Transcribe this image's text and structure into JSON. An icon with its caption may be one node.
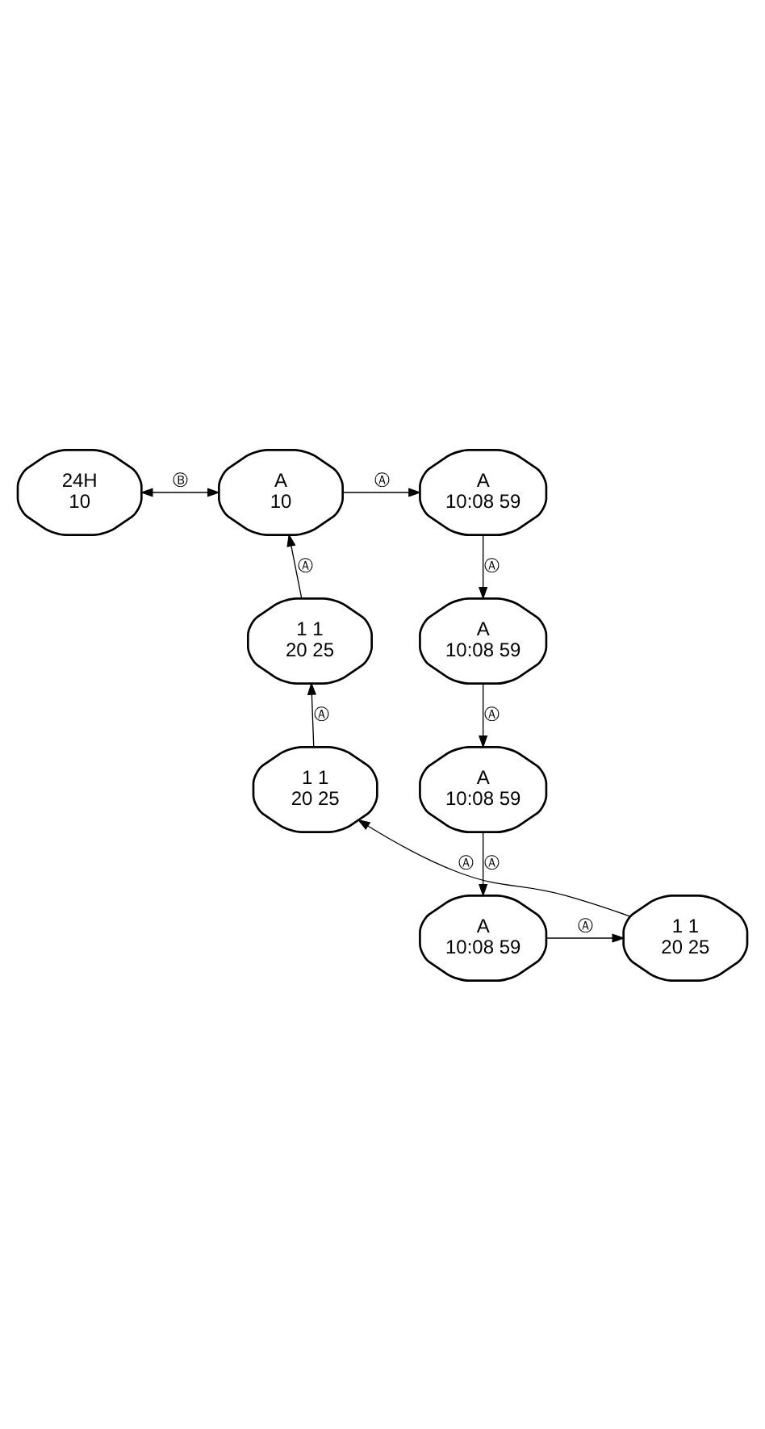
{
  "diagram": {
    "nodes": [
      {
        "text": [
          "24H",
          "10"
        ]
      },
      {
        "text": [
          "A",
          "10"
        ]
      },
      {
        "text": [
          "A",
          "10:08 59"
        ]
      },
      {
        "text": [
          "1 1",
          "20 25"
        ]
      },
      {
        "text": [
          "A",
          "10:08 59"
        ]
      },
      {
        "text": [
          "1 1",
          "20 25"
        ]
      },
      {
        "text": [
          "A",
          "10:08 59"
        ]
      },
      {
        "text": [
          "1 1",
          "20 25"
        ]
      },
      {
        "text": [
          "A",
          "10:08 59"
        ]
      }
    ],
    "edges": [
      {
        "from": 0,
        "to": 1,
        "arrow": "both",
        "label": "Ⓑ"
      },
      {
        "from": 1,
        "to": 2,
        "arrow": "to",
        "label": "Ⓐ"
      },
      {
        "from": 2,
        "to": 4,
        "arrow": "to",
        "label": "Ⓐ"
      },
      {
        "from": 4,
        "to": 6,
        "arrow": "to",
        "label": "Ⓐ"
      },
      {
        "from": 6,
        "to": 8,
        "arrow": "to",
        "label": "Ⓐ"
      },
      {
        "from": 8,
        "to": 7,
        "arrow": "to",
        "label": "Ⓐ"
      },
      {
        "from": 7,
        "to": 5,
        "arrow": "to",
        "label": "Ⓐ"
      },
      {
        "from": 5,
        "to": 3,
        "arrow": "to",
        "label": "Ⓐ"
      },
      {
        "from": 3,
        "to": 1,
        "arrow": "to",
        "label": "Ⓐ"
      }
    ]
  }
}
